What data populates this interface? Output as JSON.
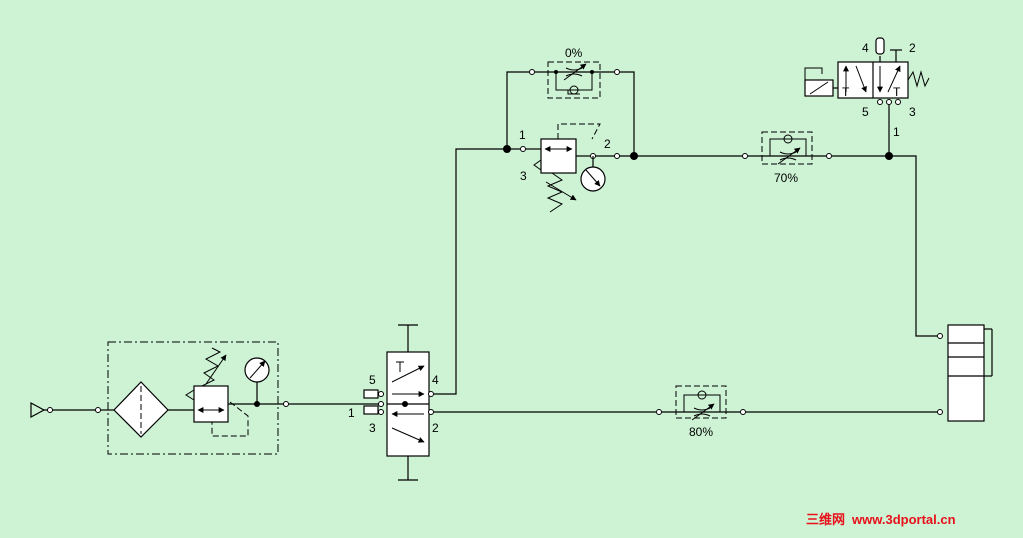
{
  "labels": {
    "pct_top": "0%",
    "pct_mid": "70%",
    "pct_bottom": "80%",
    "reg_port_1": "1",
    "reg_port_2": "2",
    "reg_port_3": "3",
    "valve_main_5": "5",
    "valve_main_4": "4",
    "valve_main_1": "1",
    "valve_main_3": "3",
    "valve_main_2": "2",
    "sol_port_4": "4",
    "sol_port_2": "2",
    "sol_port_5": "5",
    "sol_port_3": "3",
    "sol_port_1": "1",
    "sol_T1": "T",
    "sol_T2": "T"
  },
  "watermark": {
    "cn": "三维网",
    "url": "www.3dportal.cn"
  },
  "colors": {
    "background": "#cdf2d4",
    "watermark": "#e8101a",
    "line": "#000000"
  }
}
